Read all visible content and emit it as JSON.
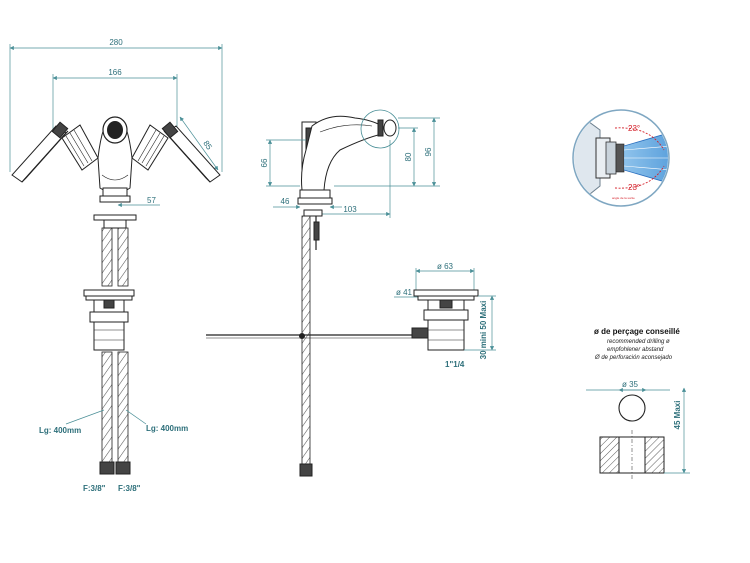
{
  "front_view": {
    "overall_width": "280",
    "handle_spacing": "166",
    "handle_length": "85",
    "spout_offset": "57",
    "hose_left_label": "Lg: 400mm",
    "hose_right_label": "Lg: 400mm",
    "thread_left": "F:3/8\"",
    "thread_right": "F:3/8\""
  },
  "side_view": {
    "height_outer": "96",
    "height_mid": "80",
    "height_left": "66",
    "depth_base": "46",
    "reach": "103"
  },
  "spray_detail": {
    "angle_top": "23°",
    "angle_bottom": "23°",
    "caption": "angle de la sortie"
  },
  "drain": {
    "top_diameter": "ø 63",
    "inner_diameter": "ø 41",
    "height_range": "30 mini 50 Maxi",
    "thread": "1\"1/4"
  },
  "drilling": {
    "title": "ø de perçage conseillé",
    "line_en": "recommended drilling ø",
    "line_de": "empfohlener abstand",
    "line_es": "Ø de perforación aconsejado",
    "hole_diameter": "ø 35",
    "max_thickness": "45 Maxi"
  },
  "colors": {
    "dimension": "#2d6f7a",
    "annotation_red": "#d4202a",
    "spray_blue": "#3d8fd6"
  }
}
